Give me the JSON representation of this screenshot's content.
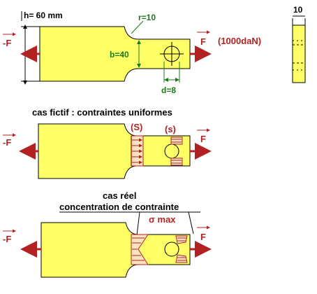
{
  "labels": {
    "h": "h= 60 mm",
    "r": "r=10",
    "b": "b=40",
    "d": "d=8",
    "f_right": "F",
    "load": "(1000daN)",
    "f_left": "-F",
    "thickness": "10",
    "case_fictif": "cas fictif : contraintes uniformes",
    "S_big": "(S)",
    "s_small": "(s)",
    "case_reel": "cas réel",
    "concentration": "concentration de contrainte",
    "sigma_max": "σ max"
  },
  "colors": {
    "part": "#ffff66",
    "force": "#b22222",
    "dimension": "#1a7a1a",
    "hatch": "#fbe3c0"
  }
}
